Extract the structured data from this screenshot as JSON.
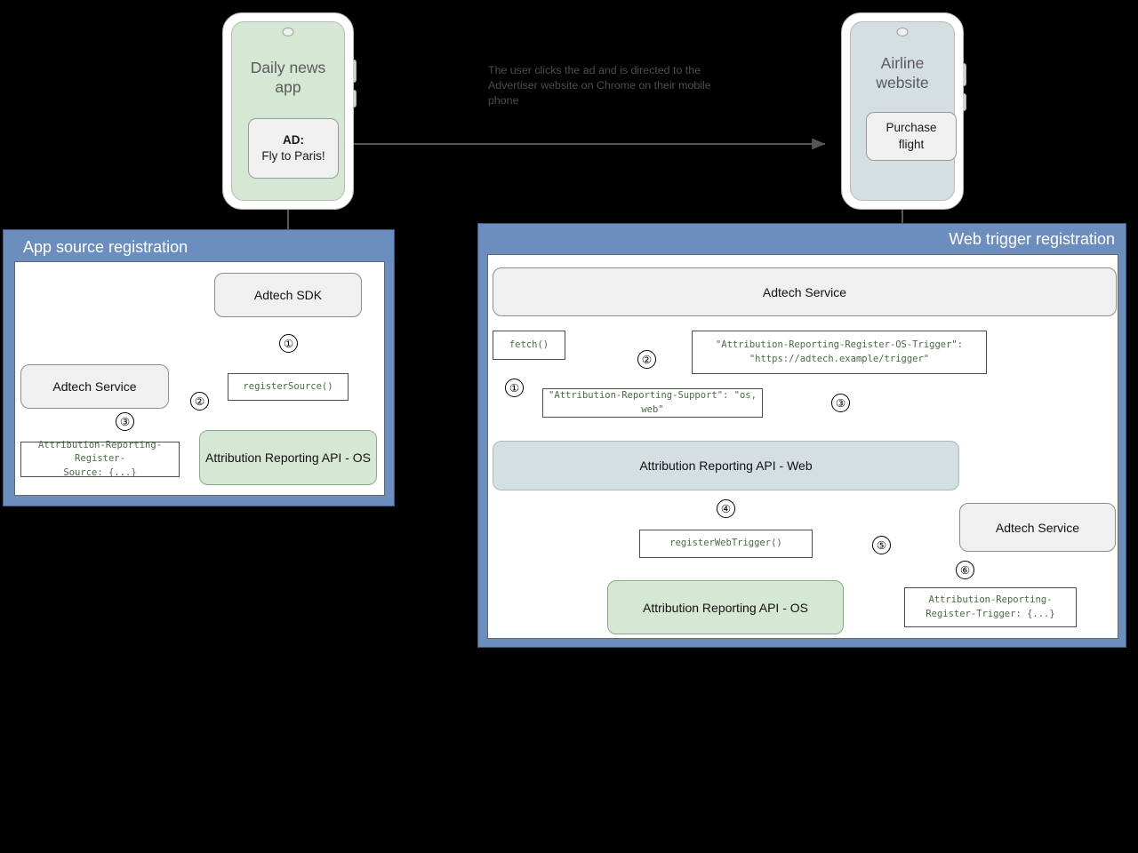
{
  "diagram": {
    "title_left_panel": "App source registration",
    "title_right_panel": "Web trigger registration",
    "caption": "The user clicks the ad and is directed to the Advertiser website on Chrome on their mobile phone",
    "colors": {
      "panel_blue": "#6c8ebf",
      "node_grey": "#f0f0f0",
      "node_green": "#d5e8d4",
      "node_blue": "#d4dfe2",
      "code_text_green": "#4a6b43",
      "arrow_grey": "#575757"
    }
  },
  "phones": {
    "left": {
      "title": "Daily news\napp",
      "title_line1": "Daily news",
      "title_line2": "app",
      "card_label": "AD:",
      "card_text": "Fly to Paris!"
    },
    "right": {
      "title_line1": "Airline",
      "title_line2": "website",
      "card_line1": "Purchase",
      "card_line2": "flight"
    }
  },
  "left_panel": {
    "nodes": {
      "adtech_sdk": "Adtech SDK",
      "adtech_service": "Adtech Service",
      "api_os": "Attribution Reporting API - OS"
    },
    "code": {
      "register_source": "registerSource()",
      "register_source_header_line1": "Attribution-Reporting-Register-",
      "register_source_header_line2": "Source: {...}"
    },
    "steps": [
      "①",
      "②",
      "③"
    ]
  },
  "right_panel": {
    "nodes": {
      "adtech_service_top": "Adtech Service",
      "api_web": "Attribution Reporting API - Web",
      "api_os": "Attribution Reporting API - OS",
      "adtech_service_bottom": "Adtech Service"
    },
    "code": {
      "fetch": "fetch()",
      "os_trigger_line1": "\"Attribution-Reporting-Register-OS-Trigger\":",
      "os_trigger_line2": "\"https://adtech.example/trigger\"",
      "support_header": "\"Attribution-Reporting-Support\": \"os, web\"",
      "register_web_trigger": "registerWebTrigger()",
      "register_trigger_line1": "Attribution-Reporting-",
      "register_trigger_line2": "Register-Trigger: {...}"
    },
    "steps": [
      "①",
      "②",
      "③",
      "④",
      "⑤",
      "⑥"
    ]
  }
}
